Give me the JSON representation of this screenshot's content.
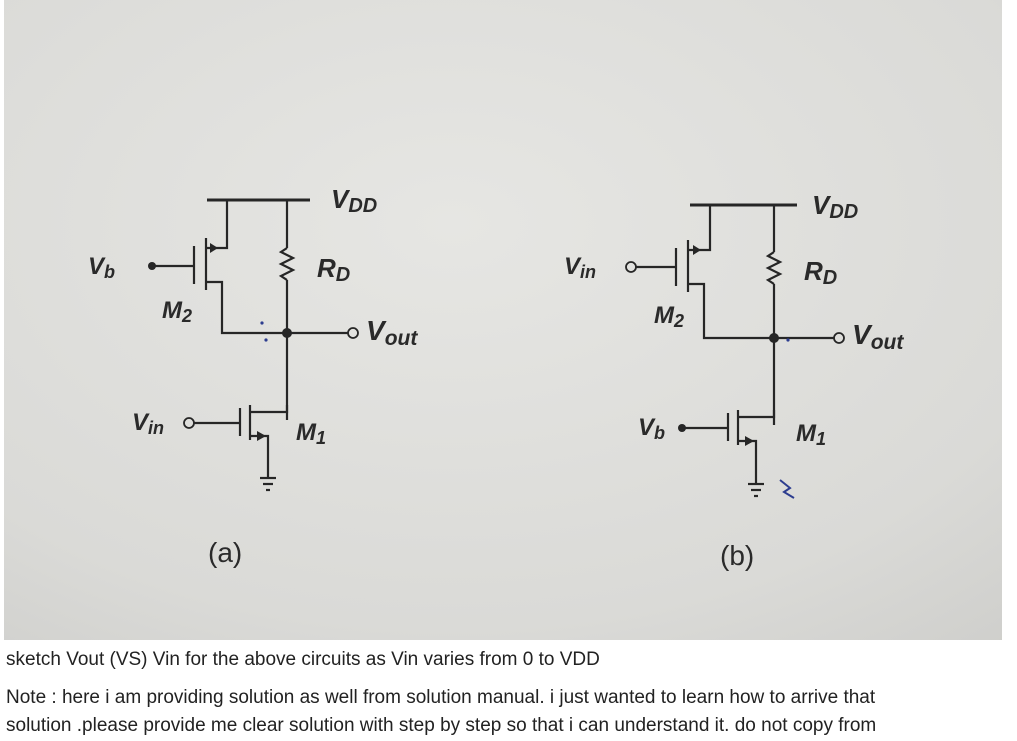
{
  "photo": {
    "circuit_a": {
      "vdd": {
        "main": "V",
        "sub": "DD"
      },
      "rd": {
        "main": "R",
        "sub": "D"
      },
      "vb": {
        "main": "V",
        "sub": "b"
      },
      "m2": {
        "main": "M",
        "sub": "2"
      },
      "vout": {
        "main": "V",
        "sub": "out"
      },
      "vin": {
        "main": "V",
        "sub": "in"
      },
      "m1": {
        "main": "M",
        "sub": "1"
      },
      "caption": "(a)"
    },
    "circuit_b": {
      "vdd": {
        "main": "V",
        "sub": "DD"
      },
      "rd": {
        "main": "R",
        "sub": "D"
      },
      "vin": {
        "main": "V",
        "sub": "in"
      },
      "m2": {
        "main": "M",
        "sub": "2"
      },
      "vout": {
        "main": "V",
        "sub": "out"
      },
      "vb": {
        "main": "V",
        "sub": "b"
      },
      "m1": {
        "main": "M",
        "sub": "1"
      },
      "caption": "(b)"
    },
    "colors": {
      "paper": "#dcdcda",
      "ink": "#262626",
      "accent": "#2d3d8f"
    }
  },
  "question": {
    "caption": "sketch Vout (VS) Vin for the above circuits as Vin varies from 0 to VDD",
    "note_line1": "Note : here i am providing solution as well from solution manual. i just wanted to learn how to arrive that",
    "note_line2": "solution .please provide me clear solution with step by step so that i can understand it. do not copy from"
  }
}
